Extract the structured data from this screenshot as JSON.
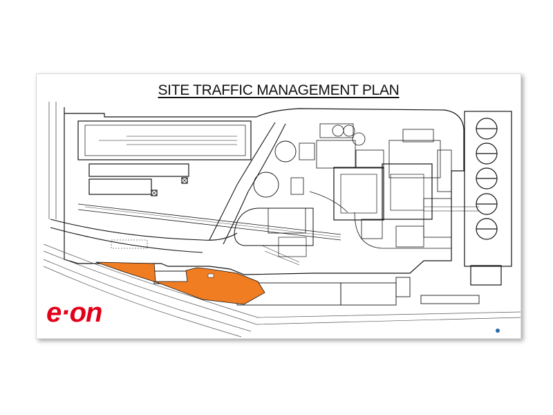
{
  "board": {
    "title": "SITE TRAFFIC MANAGEMENT PLAN",
    "logo_text": "e·on",
    "badge_text": "",
    "colors": {
      "line": "#111111",
      "thin_line": "#555555",
      "highlight_area": "#f07d22",
      "logo": "#e2001a",
      "background": "#ffffff"
    },
    "icons": {
      "logo": "eon-logo",
      "badge": "designer-badge-icon"
    }
  }
}
